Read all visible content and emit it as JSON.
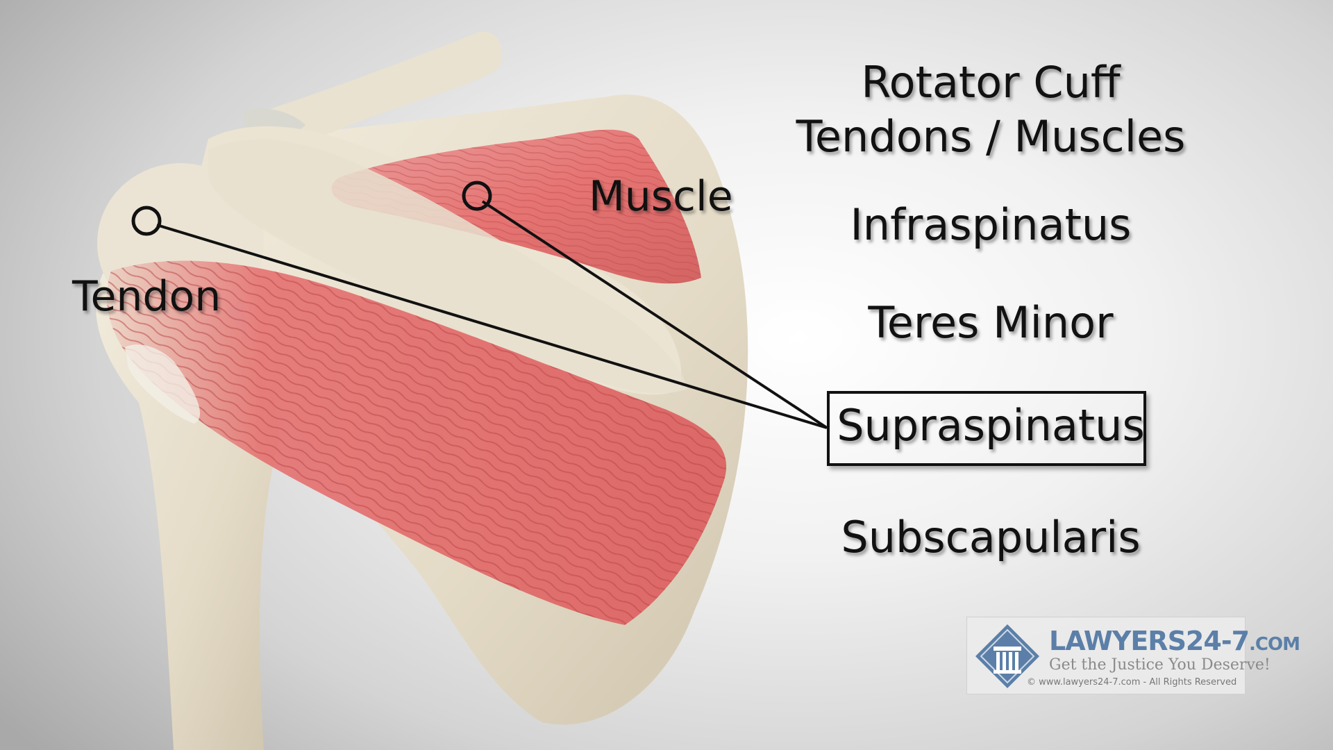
{
  "title": {
    "line1": "Rotator Cuff",
    "line2": "Tendons / Muscles"
  },
  "muscles": [
    {
      "label": "Infraspinatus",
      "selected": false
    },
    {
      "label": "Teres Minor",
      "selected": false
    },
    {
      "label": "Supraspinatus",
      "selected": true
    },
    {
      "label": "Subscapularis",
      "selected": false
    }
  ],
  "callouts": {
    "muscle": "Muscle",
    "tendon": "Tendon"
  },
  "logo": {
    "brand": "LAWYERS24-7",
    "brand_suffix": ".COM",
    "tagline": "Get the Justice You Deserve!",
    "copyright": "© www.lawyers24-7.com - All Rights Reserved"
  },
  "colors": {
    "muscle": "#e56b6b",
    "bone": "#e7dfcd",
    "text": "#111111",
    "brand": "#5b7fa8"
  }
}
